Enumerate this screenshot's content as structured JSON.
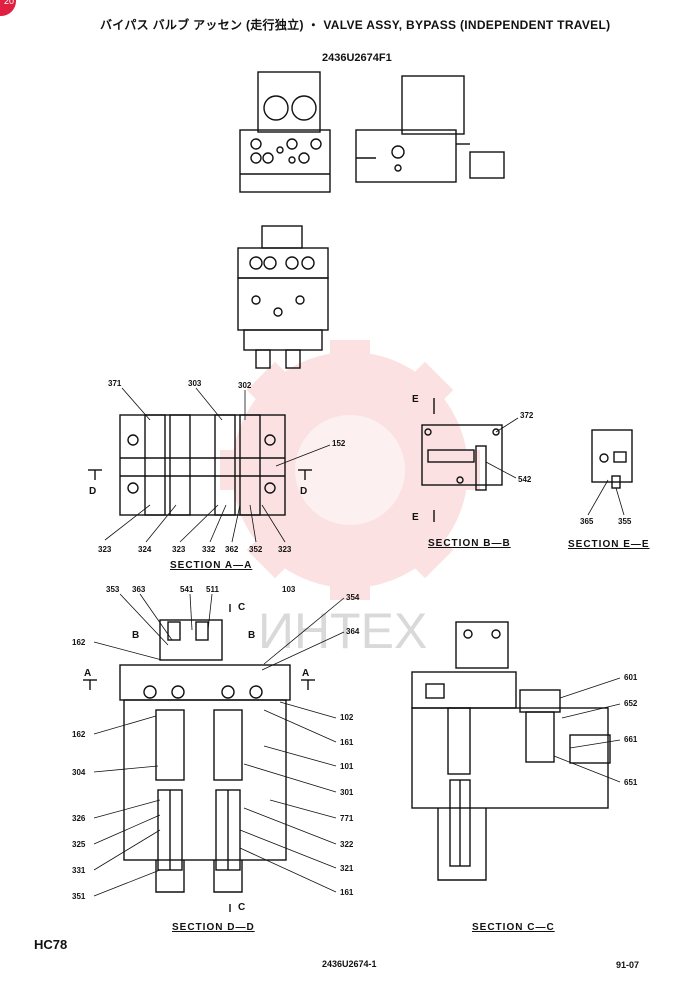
{
  "header": {
    "title": "バイパス バルブ アッセン (走行独立) ・ VALVE ASSY, BYPASS (INDEPENDENT TRAVEL)",
    "part_number": "2436U2674F1"
  },
  "footer": {
    "model": "HC78",
    "drawing_number": "2436U2674-1",
    "date_code": "91-07"
  },
  "corner_badge": "20",
  "watermark": {
    "text": "ИНТЕХ",
    "color": "#e8222a"
  },
  "sections": {
    "aa": "SECTION  A—A",
    "bb": "SECTION  B—B",
    "ee": "SECTION  E—E",
    "dd": "SECTION  D—D",
    "cc": "SECTION  C—C"
  },
  "section_marks": {
    "a": "A",
    "b": "B",
    "c": "C",
    "d": "D",
    "e": "E"
  },
  "callouts": {
    "c371": "371",
    "c303": "303",
    "c302": "302",
    "c152": "152",
    "c323a": "323",
    "c324": "324",
    "c323b": "323",
    "c332": "332",
    "c362": "362",
    "c352": "352",
    "c323c": "323",
    "c372": "372",
    "c542": "542",
    "c365": "365",
    "c355": "355",
    "c353": "353",
    "c363": "363",
    "c541": "541",
    "c511": "511",
    "c103": "103",
    "c354": "354",
    "c364": "364",
    "c162a": "162",
    "c162b": "162",
    "c102": "102",
    "c161a": "161",
    "c101": "101",
    "c301": "301",
    "c771": "771",
    "c322": "322",
    "c321": "321",
    "c161b": "161",
    "c304": "304",
    "c326": "326",
    "c325": "325",
    "c331": "331",
    "c351": "351",
    "c601": "601",
    "c652": "652",
    "c661": "661",
    "c651": "651"
  }
}
